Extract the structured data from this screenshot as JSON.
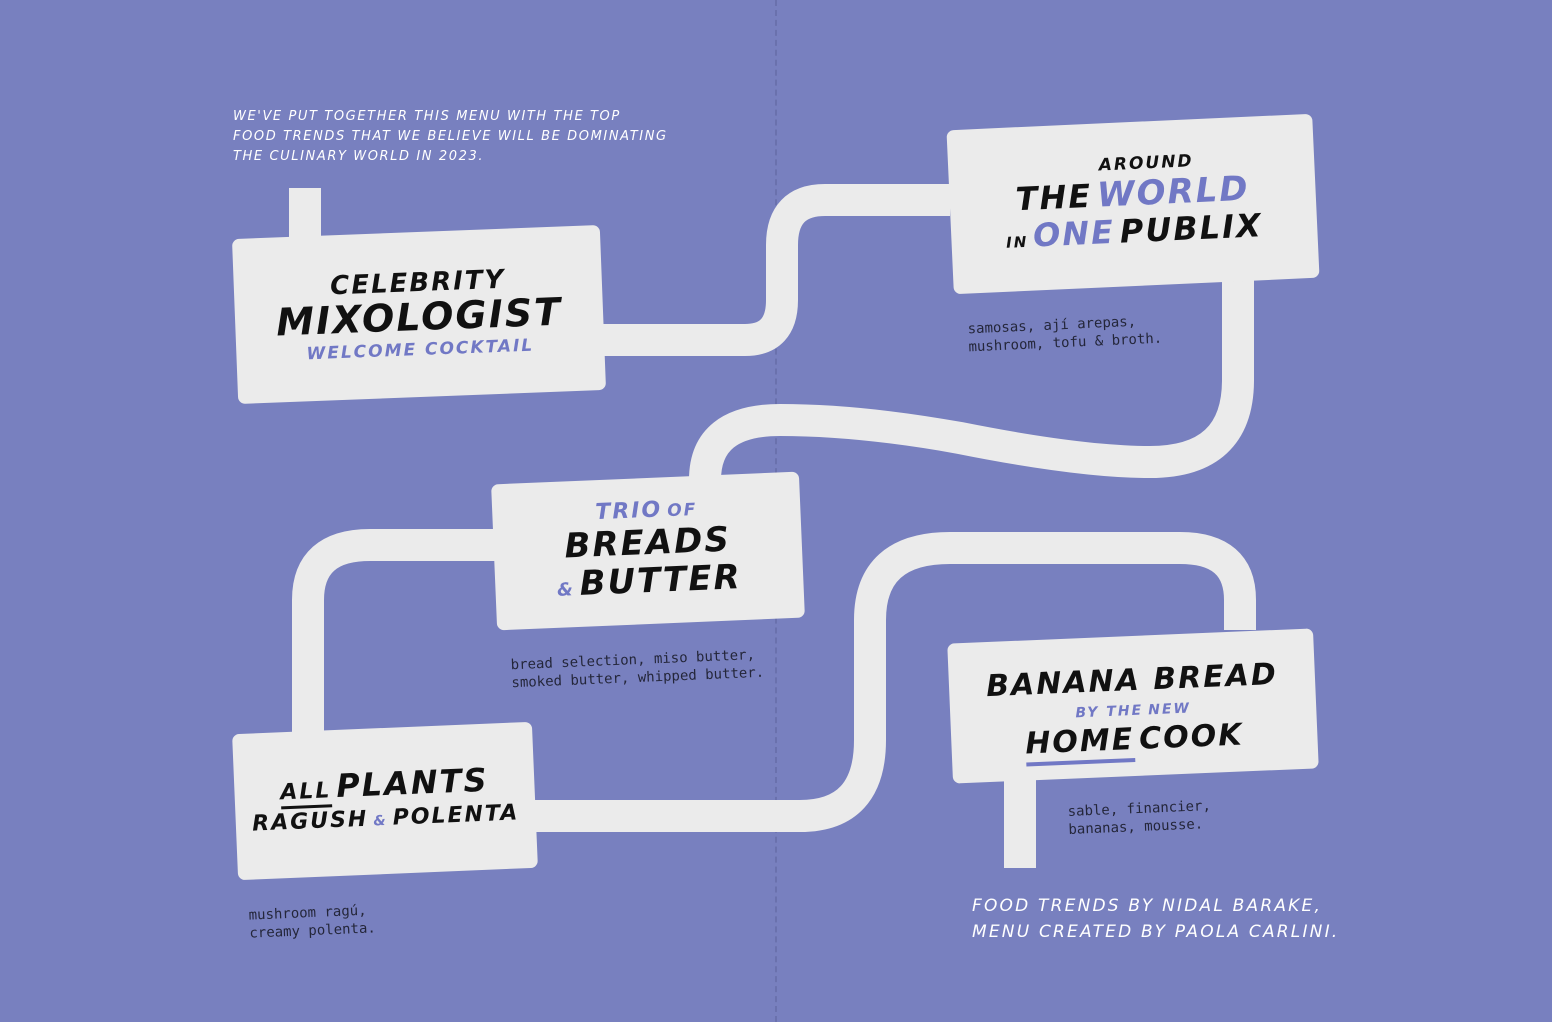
{
  "intro": {
    "line1": "We've put together this menu with the top",
    "line2": "food trends that we believe will be dominating",
    "line3": "the culinary world in 2023."
  },
  "cards": {
    "mixologist": {
      "line1": "Celebrity",
      "line2": "Mixologist",
      "line3": "Welcome cocktail",
      "desc": []
    },
    "world": {
      "around": "Around",
      "the": "The",
      "world": "World",
      "in": "in",
      "one": "One",
      "publix": "Publix",
      "desc": [
        "samosas, ají arepas,",
        "mushroom, tofu & broth."
      ]
    },
    "breads": {
      "trio": "Trio",
      "of": "of",
      "breads": "Breads",
      "amp": "&",
      "butter": "Butter",
      "desc": [
        "bread selection, miso butter,",
        "smoked butter, whipped butter."
      ]
    },
    "plants": {
      "all": "All",
      "plants": "Plants",
      "ragush": "Ragush",
      "amp": "&",
      "polenta": "Polenta",
      "desc": [
        "mushroom ragú,",
        "creamy polenta."
      ]
    },
    "banana": {
      "line1": "Banana Bread",
      "by": "by the",
      "new": "new",
      "home": "Home",
      "cook": "Cook",
      "desc": [
        "sable, financier,",
        "bananas, mousse."
      ]
    }
  },
  "credits": {
    "line1": "Food trends by Nidal Barake,",
    "line2": "menu created by Paola Carlini."
  },
  "colors": {
    "background": "#7880bf",
    "card": "#ebebeb",
    "accent": "#7178c5",
    "ink": "#111111"
  }
}
